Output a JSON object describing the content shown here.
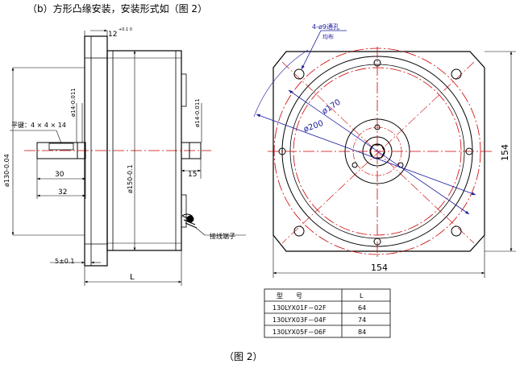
{
  "heading": "（b）方形凸缘安装，安装形式如（图 2）",
  "caption": "（图 2）",
  "side_view": {
    "flange_dim": "12",
    "flange_tol": "+0.1\n0",
    "key_label": "平键：4 × 4 × 14",
    "shaft_dia": "ø130-0.04",
    "dim_30": "30",
    "dim_32": "32",
    "shaft_tol_left": "ø14-0.011",
    "body_dia": "ø150-0.1",
    "shaft_tol_right": "ø14-0.011",
    "dim_15": "15",
    "terminal_label": "接线端子",
    "dim_5": "5±0.1",
    "dim_L": "L"
  },
  "front_view": {
    "hole_label": "4-ø9通孔",
    "hole_sub": "均布",
    "circle_170": "ø170",
    "circle_200": "ø200",
    "dim_height": "154",
    "dim_width": "154"
  },
  "table": {
    "headers": [
      "型　　号",
      "L"
    ],
    "rows": [
      [
        "130LYX01F－02F",
        "64"
      ],
      [
        "130LYX03F－04F",
        "74"
      ],
      [
        "130LYX05F－06F",
        "84"
      ]
    ]
  }
}
